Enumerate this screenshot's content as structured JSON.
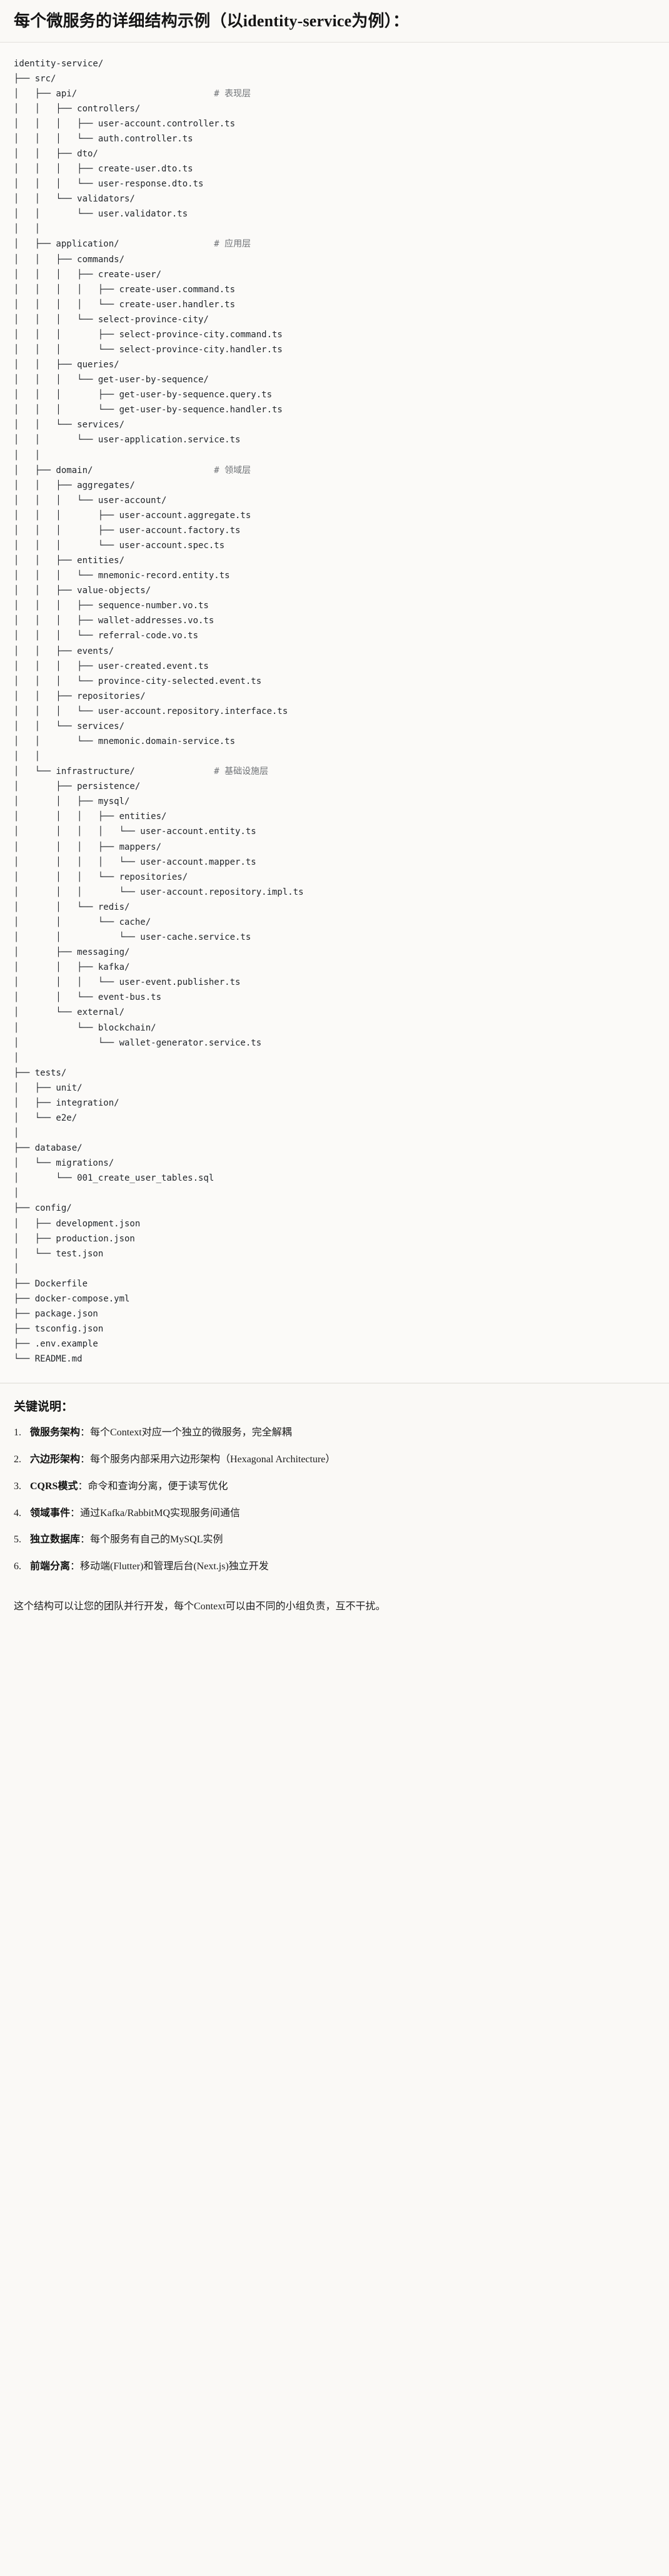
{
  "document": {
    "title": "每个微服务的详细结构示例（以identity-service为例）："
  },
  "tree": {
    "root_label": "identity-service/",
    "comment_color": "#6f7276",
    "text": "identity-service/\n├── src/\n│   ├── api/                          # 表现层\n│   │   ├── controllers/\n│   │   │   ├── user-account.controller.ts\n│   │   │   └── auth.controller.ts\n│   │   ├── dto/\n│   │   │   ├── create-user.dto.ts\n│   │   │   └── user-response.dto.ts\n│   │   └── validators/\n│   │       └── user.validator.ts\n│   │\n│   ├── application/                  # 应用层\n│   │   ├── commands/\n│   │   │   ├── create-user/\n│   │   │   │   ├── create-user.command.ts\n│   │   │   │   └── create-user.handler.ts\n│   │   │   └── select-province-city/\n│   │   │       ├── select-province-city.command.ts\n│   │   │       └── select-province-city.handler.ts\n│   │   ├── queries/\n│   │   │   └── get-user-by-sequence/\n│   │   │       ├── get-user-by-sequence.query.ts\n│   │   │       └── get-user-by-sequence.handler.ts\n│   │   └── services/\n│   │       └── user-application.service.ts\n│   │\n│   ├── domain/                       # 领域层\n│   │   ├── aggregates/\n│   │   │   └── user-account/\n│   │   │       ├── user-account.aggregate.ts\n│   │   │       ├── user-account.factory.ts\n│   │   │       └── user-account.spec.ts\n│   │   ├── entities/\n│   │   │   └── mnemonic-record.entity.ts\n│   │   ├── value-objects/\n│   │   │   ├── sequence-number.vo.ts\n│   │   │   ├── wallet-addresses.vo.ts\n│   │   │   └── referral-code.vo.ts\n│   │   ├── events/\n│   │   │   ├── user-created.event.ts\n│   │   │   └── province-city-selected.event.ts\n│   │   ├── repositories/\n│   │   │   └── user-account.repository.interface.ts\n│   │   └── services/\n│   │       └── mnemonic.domain-service.ts\n│   │\n│   └── infrastructure/               # 基础设施层\n│       ├── persistence/\n│       │   ├── mysql/\n│       │   │   ├── entities/\n│       │   │   │   └── user-account.entity.ts\n│       │   │   ├── mappers/\n│       │   │   │   └── user-account.mapper.ts\n│       │   │   └── repositories/\n│       │   │       └── user-account.repository.impl.ts\n│       │   └── redis/\n│       │       └── cache/\n│       │           └── user-cache.service.ts\n│       ├── messaging/\n│       │   ├── kafka/\n│       │   │   └── user-event.publisher.ts\n│       │   └── event-bus.ts\n│       └── external/\n│           └── blockchain/\n│               └── wallet-generator.service.ts\n│\n├── tests/\n│   ├── unit/\n│   ├── integration/\n│   └── e2e/\n│\n├── database/\n│   └── migrations/\n│       └── 001_create_user_tables.sql\n│\n├── config/\n│   ├── development.json\n│   ├── production.json\n│   └── test.json\n│\n├── Dockerfile\n├── docker-compose.yml\n├── package.json\n├── tsconfig.json\n├── .env.example\n└── README.md",
    "layer_comments": [
      {
        "path": "src/api/",
        "comment": "# 表现层"
      },
      {
        "path": "src/application/",
        "comment": "# 应用层"
      },
      {
        "path": "src/domain/",
        "comment": "# 领域层"
      },
      {
        "path": "src/infrastructure/",
        "comment": "# 基础设施层"
      }
    ]
  },
  "notes": {
    "title": "关键说明：",
    "items": [
      {
        "index": "1.",
        "term": "微服务架构",
        "sep": "：",
        "desc": "每个Context对应一个独立的微服务，完全解耦"
      },
      {
        "index": "2.",
        "term": "六边形架构",
        "sep": "：",
        "desc": "每个服务内部采用六边形架构（Hexagonal Architecture）"
      },
      {
        "index": "3.",
        "term": "CQRS模式",
        "sep": "：",
        "desc": "命令和查询分离，便于读写优化"
      },
      {
        "index": "4.",
        "term": "领域事件",
        "sep": "：",
        "desc": "通过Kafka/RabbitMQ实现服务间通信"
      },
      {
        "index": "5.",
        "term": "独立数据库",
        "sep": "：",
        "desc": "每个服务有自己的MySQL实例"
      },
      {
        "index": "6.",
        "term": "前端分离",
        "sep": "：",
        "desc": "移动端(Flutter)和管理后台(Next.js)独立开发"
      }
    ]
  },
  "closing": {
    "text": "这个结构可以让您的团队并行开发，每个Context可以由不同的小组负责，互不干扰。"
  }
}
